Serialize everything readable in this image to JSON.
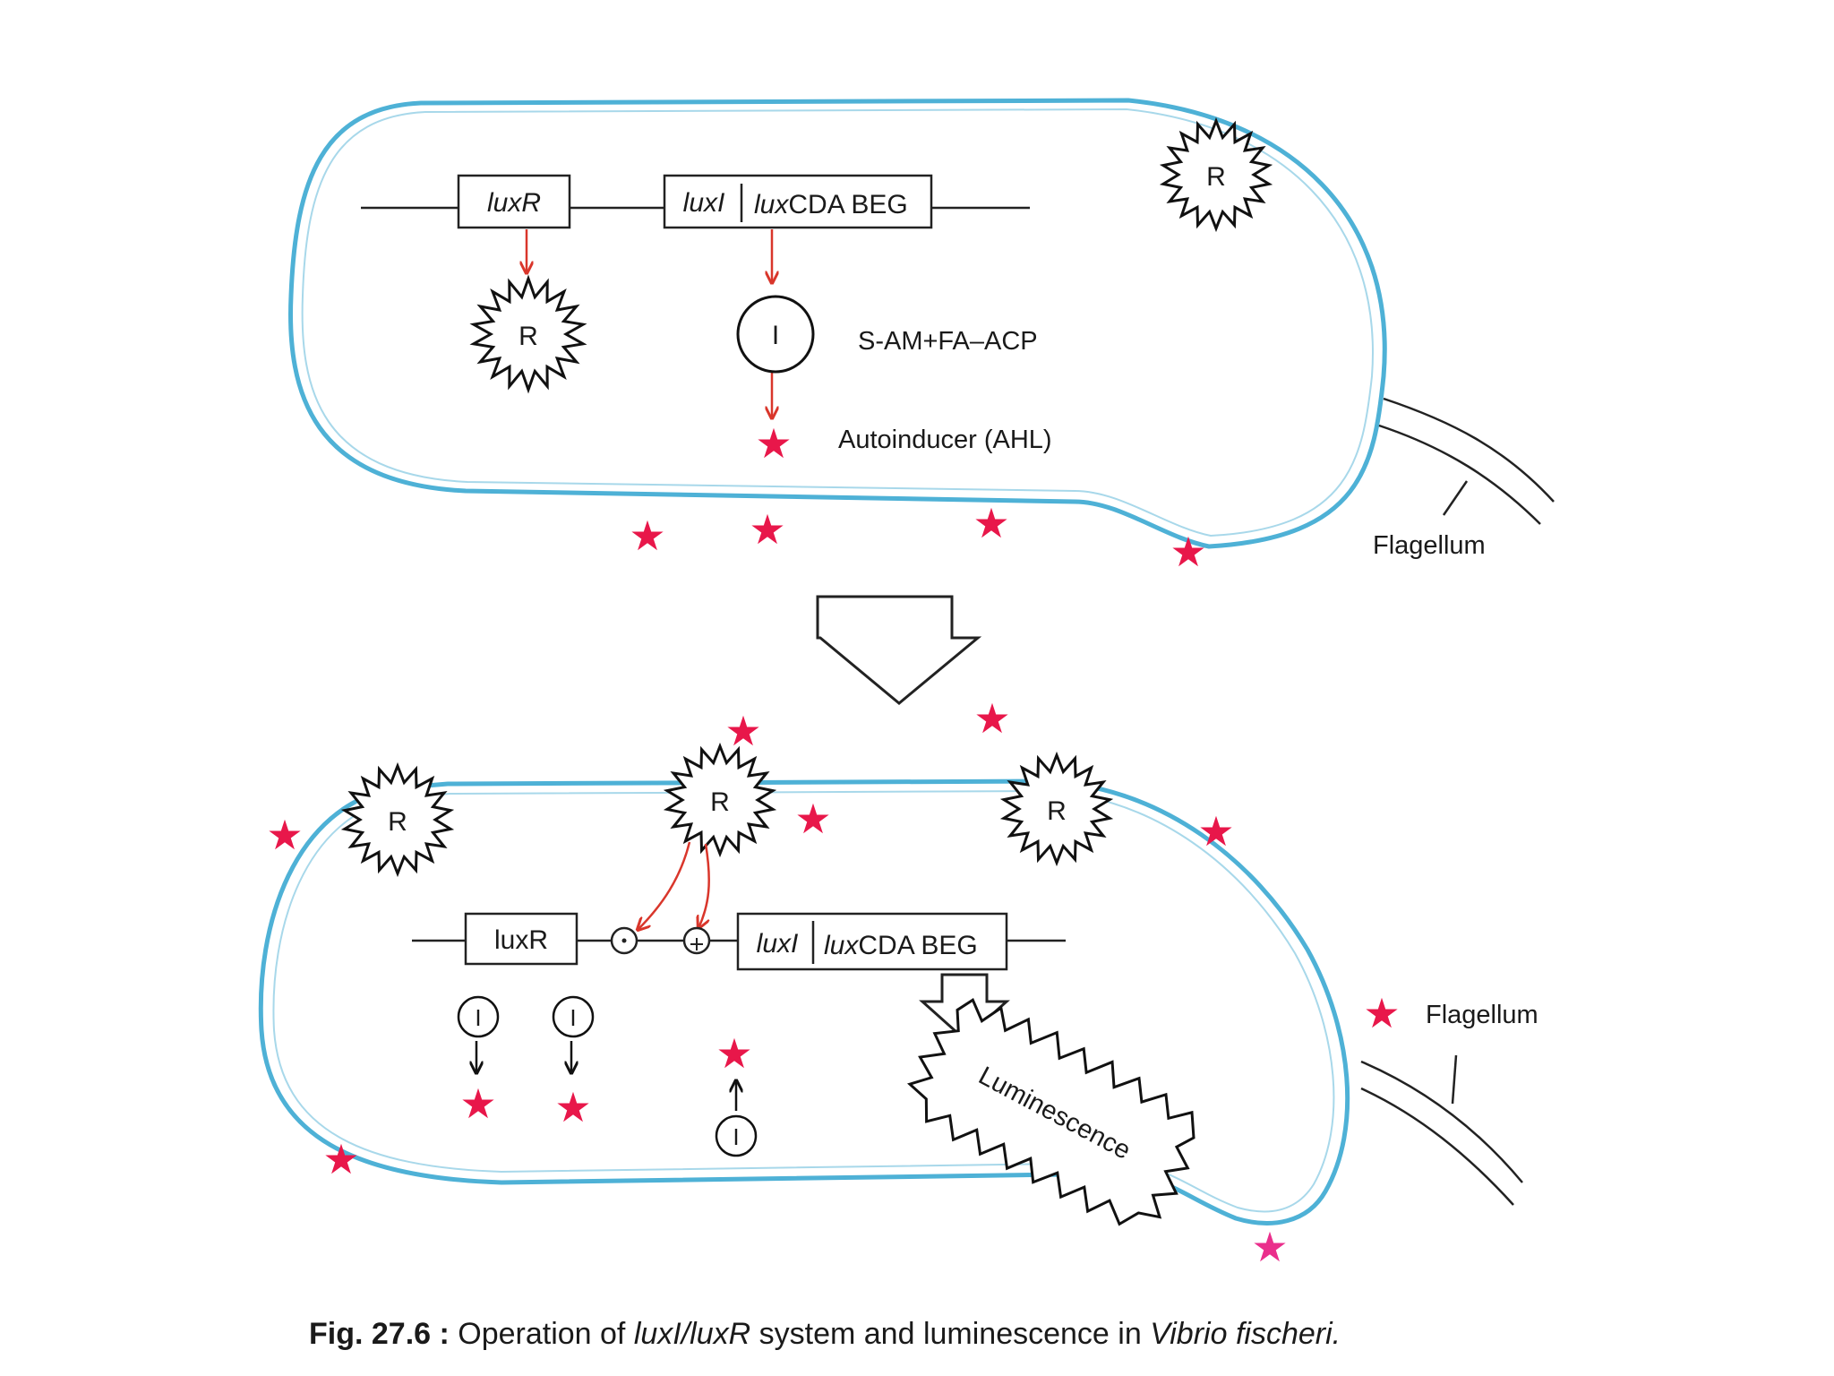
{
  "labels": {
    "r": "R",
    "i": "I"
  },
  "top_cell": {
    "luxr_gene": "luxR",
    "luxi_gene": "luxI",
    "lux_prefix": "lux",
    "operon_suffix": "CDA BEG",
    "substrate": "S-AM+FA–ACP",
    "autoinducer": "Autoinducer (AHL)",
    "flagellum": "Flagellum"
  },
  "bottom_cell": {
    "luxr_gene": "luxR",
    "luxi_gene": "luxI",
    "lux_prefix": "lux",
    "operon_suffix": "CDA BEG",
    "luminescence": "Luminescence",
    "flagellum": "Flagellum"
  },
  "caption": {
    "number": "Fig. 27.6 : ",
    "part1": "Operation of ",
    "genes": "luxI/luxR",
    "part2": " system and luminescence in ",
    "organism": "Vibrio fischeri."
  },
  "colors": {
    "membrane": "#4eb1d6",
    "membrane_inner": "#a8d8ea",
    "autoinducer_star": "#e8174a",
    "arrow_red": "#d9362b"
  }
}
